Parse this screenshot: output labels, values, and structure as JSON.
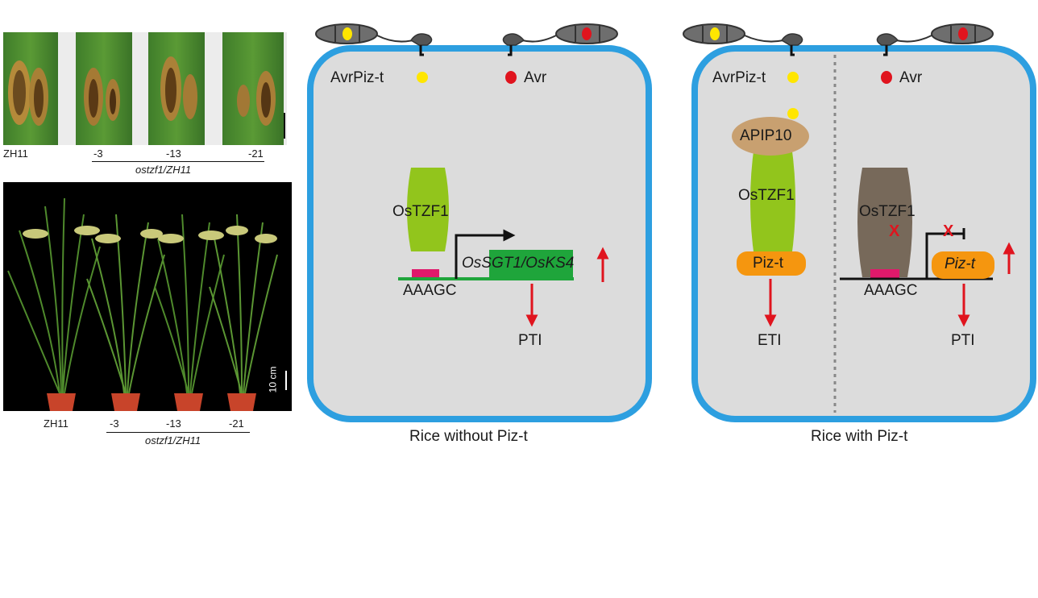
{
  "left_panel": {
    "leaf_photo": {
      "sample_labels": [
        "ZH11",
        "-3",
        "-13",
        "-21"
      ],
      "group_label": "ostzf1/ZH11"
    },
    "plant_photo": {
      "scale_label": "10 cm",
      "sample_labels": [
        "ZH11",
        "-3",
        "-13",
        "-21"
      ],
      "group_label": "ostzf1/ZH11"
    }
  },
  "cell_without_piz_t": {
    "caption": "Rice without Piz-t",
    "effector_1": "AvrPiz-t",
    "effector_2": "Avr",
    "protein": "OsTZF1",
    "motif": "AAAGC",
    "target_gene": "OsSGT1/OsKS4",
    "output": "PTI"
  },
  "cell_with_piz_t": {
    "caption": "Rice with Piz-t",
    "effector_1": "AvrPiz-t",
    "effector_2": "Avr",
    "interactor": "APIP10",
    "protein_left": "OsTZF1",
    "receptor_left": "Piz-t",
    "output_left": "ETI",
    "protein_right": "OsTZF1",
    "block_mark": "X",
    "motif": "AAAGC",
    "target_gene": "Piz-t",
    "output_right": "PTI"
  },
  "colors": {
    "cell_border": "#2d9fe0",
    "cytoplasm": "#dcdcdc",
    "effector_yellow": "#ffe600",
    "effector_red": "#e0141e",
    "ostzf1_green": "#92c51c",
    "ostzf1_brown": "#77695a",
    "motif_pink": "#e0196b",
    "gene_green": "#1fa53b",
    "piz_t_orange": "#f5960f",
    "apip10_tan": "#c8a070",
    "arrow_red": "#e0141e"
  }
}
